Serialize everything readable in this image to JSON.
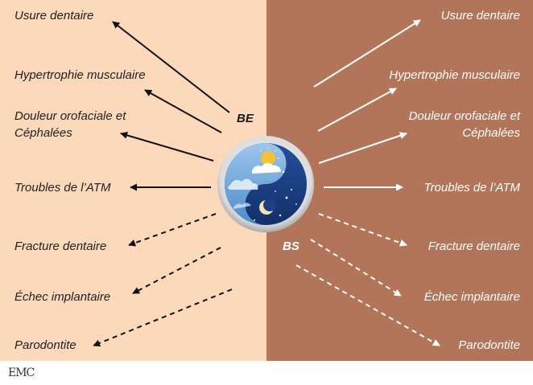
{
  "left_panel": {
    "color": "#fcd9bb",
    "label_color": "#1f1f1f",
    "tag": "BE",
    "items": [
      {
        "label": "Usure dentaire",
        "style": "solid"
      },
      {
        "label": "Hypertrophie musculaire",
        "style": "solid"
      },
      {
        "label": "Douleur orofaciale et",
        "label2": "Céphalées",
        "style": "solid"
      },
      {
        "label": "Troubles de l’ATM",
        "style": "solid"
      },
      {
        "label": "Fracture dentaire",
        "style": "dashed"
      },
      {
        "label": "Échec implantaire",
        "style": "dashed"
      },
      {
        "label": "Parodontite",
        "style": "dashed"
      }
    ]
  },
  "right_panel": {
    "color": "#b3755a",
    "label_color": "#ffffff",
    "tag": "BS",
    "items": [
      {
        "label": "Usure dentaire",
        "style": "solid"
      },
      {
        "label": "Hypertrophie musculaire",
        "style": "solid"
      },
      {
        "label": "Douleur orofaciale et",
        "label2": "Céphalées",
        "style": "solid"
      },
      {
        "label": "Troubles de l’ATM",
        "style": "solid"
      },
      {
        "label": "Fracture dentaire",
        "style": "dashed"
      },
      {
        "label": "Échec implantaire",
        "style": "dashed"
      },
      {
        "label": "Parodontite",
        "style": "dashed"
      }
    ]
  },
  "center_symbol": {
    "icon": "yin-yang-day-night-icon",
    "day_color": "#6ea6d8",
    "night_color": "#1b3e86"
  },
  "footer": {
    "logo_text": "EMC"
  }
}
